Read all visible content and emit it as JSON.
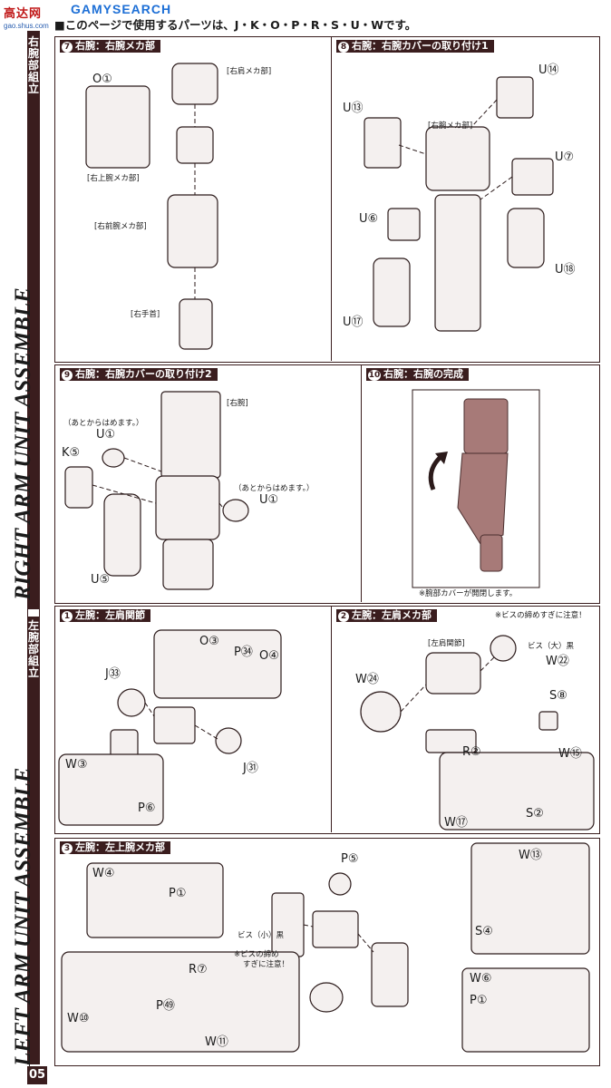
{
  "header": {
    "logo": "高达网",
    "logo_url": "gao.shus.com",
    "search": "GAMYSEARCH",
    "note": "■このページで使用するパーツは、J・K・O・P・R・S・U・Wです。"
  },
  "sidebar": {
    "right_jp": "右腕部組立",
    "right_en": "RIGHT ARM UNIT ASSEMBLE",
    "left_jp": "左腕部組立",
    "left_en": "LEFT ARM UNIT ASSEMBLE",
    "page": "05"
  },
  "colors": {
    "dark": "#3a1d1e",
    "arm": "#a77a78"
  },
  "steps": [
    {
      "num": "7",
      "title": "右腕：右腕メカ部",
      "labels": [
        "[右肩メカ部]",
        "[右上腕メカ部]",
        "[右前腕メカ部]",
        "[右手首]"
      ],
      "parts": [
        "O①"
      ]
    },
    {
      "num": "8",
      "title": "右腕：右腕カバーの取り付け1",
      "labels": [
        "[右腕メカ部]"
      ],
      "parts": [
        "U⑭",
        "U⑬",
        "U⑦",
        "U⑥",
        "U⑱",
        "U⑰"
      ]
    },
    {
      "num": "9",
      "title": "右腕：右腕カバーの取り付け2",
      "labels": [
        "[右腕]",
        "（あとからはめます。）",
        "（あとからはめます。）"
      ],
      "parts": [
        "U①",
        "K⑤",
        "U①",
        "U⑤"
      ]
    },
    {
      "num": "10",
      "title": "右腕：右腕の完成",
      "labels": [
        "※腕部カバーが開閉します。"
      ],
      "parts": []
    },
    {
      "num": "1",
      "title": "左腕：左肩関節",
      "labels": [],
      "parts": [
        "O③",
        "P㉞",
        "O④",
        "J㉝",
        "J㉛",
        "W③",
        "P⑥"
      ]
    },
    {
      "num": "2",
      "title": "左腕：左肩メカ部",
      "labels": [
        "※ビスの締めすぎに注意！",
        "[左肩関節]",
        "ビス（大）黒"
      ],
      "parts": [
        "W㉒",
        "W㉔",
        "S⑧",
        "R②",
        "W⑮",
        "S②",
        "W⑰"
      ]
    },
    {
      "num": "3",
      "title": "左腕：左上腕メカ部",
      "labels": [
        "ビス（小）黒",
        "※ビスの締め",
        "すぎに注意！"
      ],
      "parts": [
        "P⑤",
        "W④",
        "P①",
        "W⑬",
        "S④",
        "R⑦",
        "P㊾",
        "W⑩",
        "W⑪",
        "W⑥",
        "P①"
      ]
    }
  ]
}
